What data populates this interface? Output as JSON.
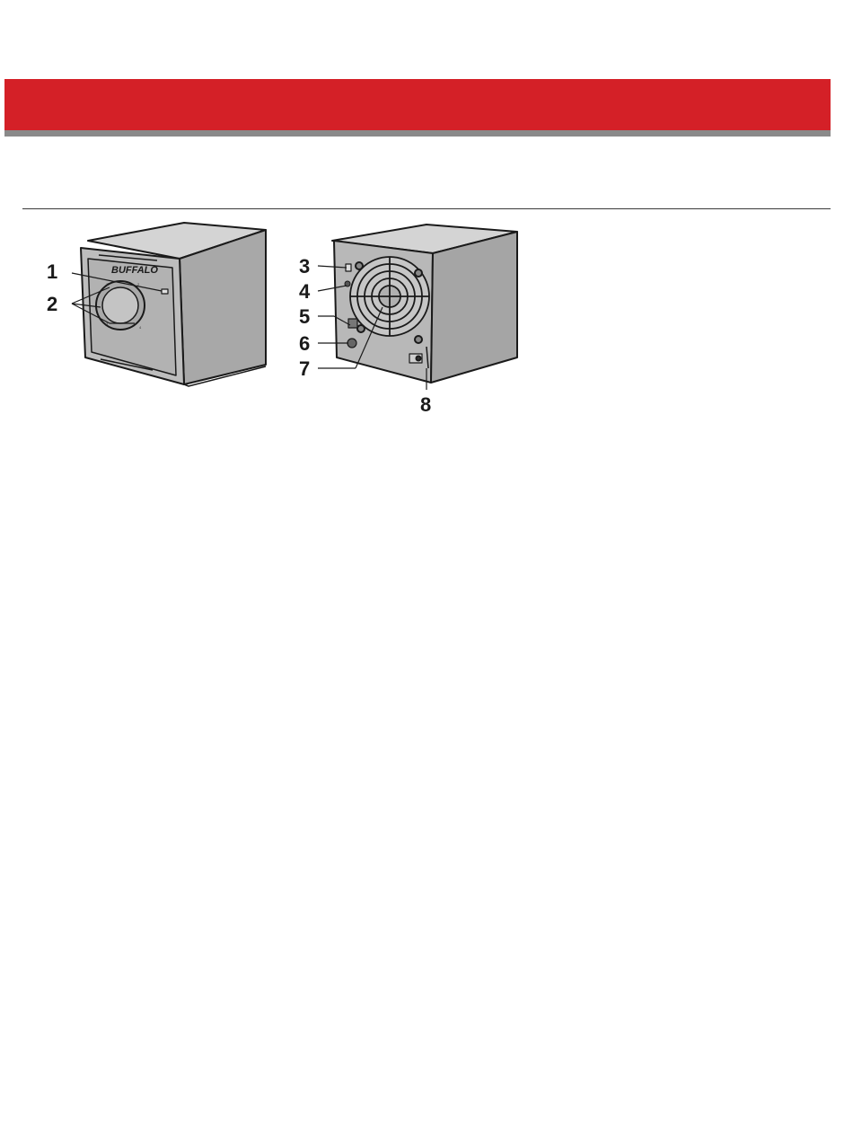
{
  "header": {
    "color": "#d42027",
    "shadow_color": "#8a8a8a"
  },
  "figure": {
    "brand": "BUFFALO",
    "front_callouts": [
      "1",
      "2"
    ],
    "rear_callouts": [
      "3",
      "4",
      "5",
      "6",
      "7",
      "8"
    ]
  }
}
